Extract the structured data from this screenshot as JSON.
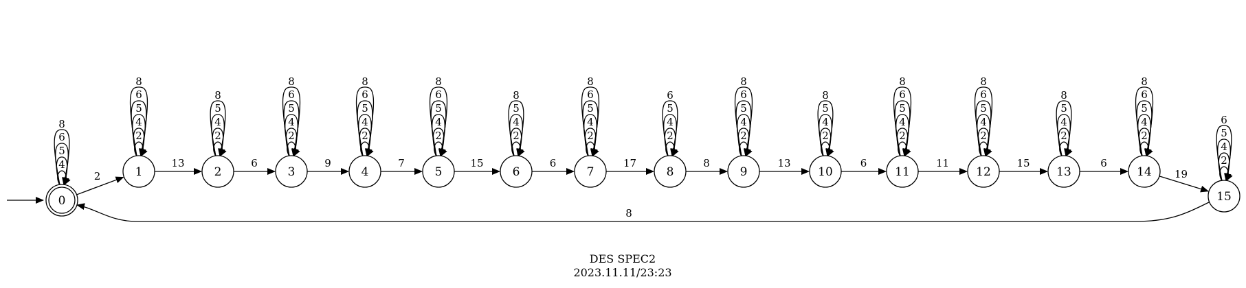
{
  "diagram": {
    "caption": {
      "line1": "DES SPEC2",
      "line2": "2023.11.11/23:23"
    },
    "initial_state": "0",
    "marked_states": [
      "0"
    ],
    "states": [
      {
        "id": "0",
        "self_loops": [
          "4",
          "5",
          "6",
          "8"
        ]
      },
      {
        "id": "1",
        "self_loops": [
          "2",
          "4",
          "5",
          "6",
          "8"
        ]
      },
      {
        "id": "2",
        "self_loops": [
          "2",
          "4",
          "5",
          "8"
        ]
      },
      {
        "id": "3",
        "self_loops": [
          "2",
          "4",
          "5",
          "6",
          "8"
        ]
      },
      {
        "id": "4",
        "self_loops": [
          "2",
          "4",
          "5",
          "6",
          "8"
        ]
      },
      {
        "id": "5",
        "self_loops": [
          "2",
          "4",
          "5",
          "6",
          "8"
        ]
      },
      {
        "id": "6",
        "self_loops": [
          "2",
          "4",
          "5",
          "8"
        ]
      },
      {
        "id": "7",
        "self_loops": [
          "2",
          "4",
          "5",
          "6",
          "8"
        ]
      },
      {
        "id": "8",
        "self_loops": [
          "2",
          "4",
          "5",
          "6"
        ]
      },
      {
        "id": "9",
        "self_loops": [
          "2",
          "4",
          "5",
          "6",
          "8"
        ]
      },
      {
        "id": "10",
        "self_loops": [
          "2",
          "4",
          "5",
          "8"
        ]
      },
      {
        "id": "11",
        "self_loops": [
          "2",
          "4",
          "5",
          "6",
          "8"
        ]
      },
      {
        "id": "12",
        "self_loops": [
          "2",
          "4",
          "5",
          "6",
          "8"
        ]
      },
      {
        "id": "13",
        "self_loops": [
          "2",
          "4",
          "5",
          "8"
        ]
      },
      {
        "id": "14",
        "self_loops": [
          "2",
          "4",
          "5",
          "6",
          "8"
        ]
      },
      {
        "id": "15",
        "self_loops": [
          "2",
          "4",
          "5",
          "6"
        ]
      }
    ],
    "transitions": [
      {
        "from": "0",
        "to": "1",
        "label": "2"
      },
      {
        "from": "1",
        "to": "2",
        "label": "13"
      },
      {
        "from": "2",
        "to": "3",
        "label": "6"
      },
      {
        "from": "3",
        "to": "4",
        "label": "9"
      },
      {
        "from": "4",
        "to": "5",
        "label": "7"
      },
      {
        "from": "5",
        "to": "6",
        "label": "15"
      },
      {
        "from": "6",
        "to": "7",
        "label": "6"
      },
      {
        "from": "7",
        "to": "8",
        "label": "17"
      },
      {
        "from": "8",
        "to": "9",
        "label": "8"
      },
      {
        "from": "9",
        "to": "10",
        "label": "13"
      },
      {
        "from": "10",
        "to": "11",
        "label": "6"
      },
      {
        "from": "11",
        "to": "12",
        "label": "11"
      },
      {
        "from": "12",
        "to": "13",
        "label": "15"
      },
      {
        "from": "13",
        "to": "14",
        "label": "6"
      },
      {
        "from": "14",
        "to": "15",
        "label": "19"
      },
      {
        "from": "15",
        "to": "0",
        "label": "8"
      }
    ]
  }
}
